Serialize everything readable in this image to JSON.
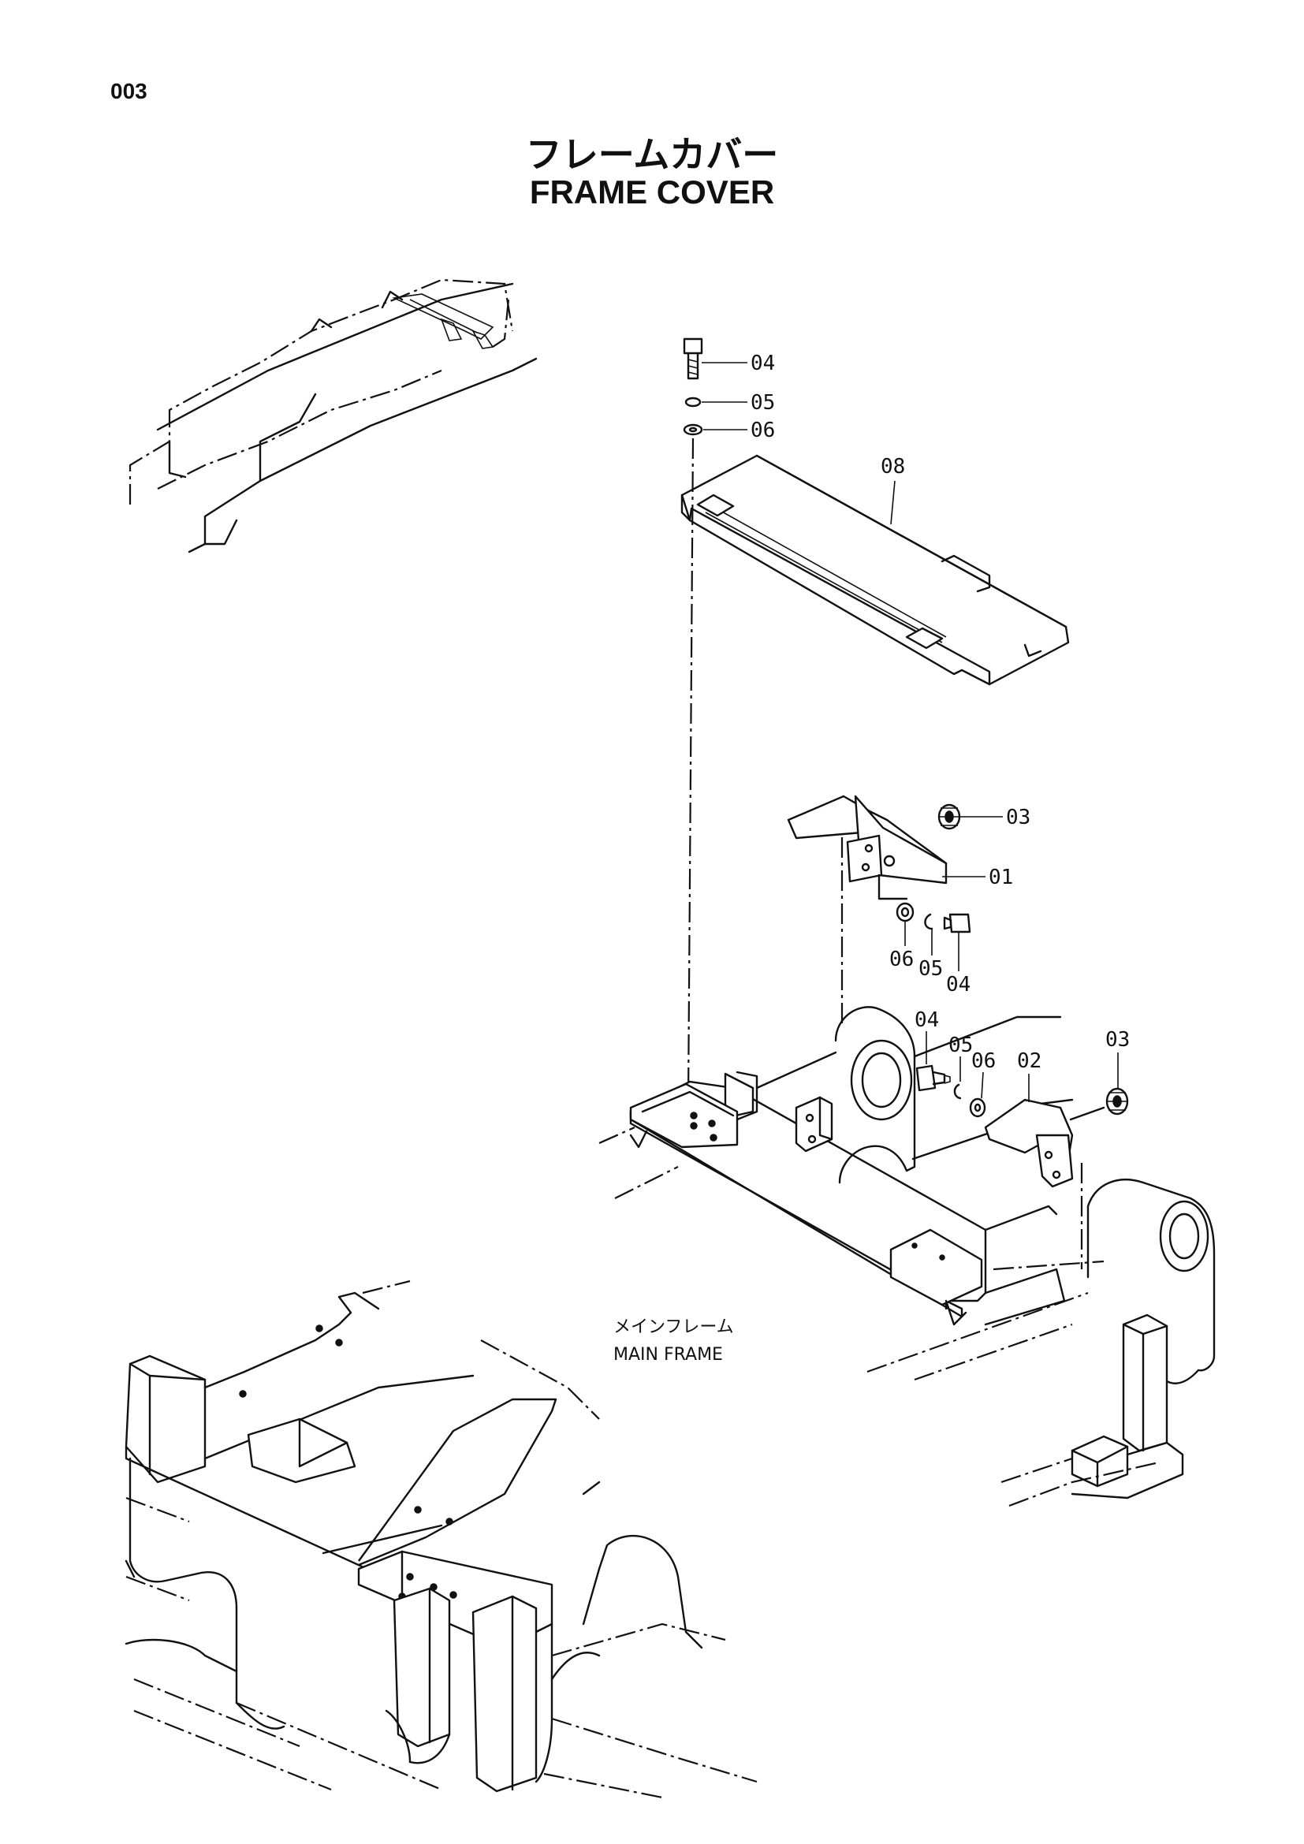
{
  "page": {
    "number": "003"
  },
  "title": {
    "japanese": "フレームカバー",
    "english": "FRAME COVER"
  },
  "callouts": [
    {
      "id": "c04a",
      "text": "04"
    },
    {
      "id": "c05a",
      "text": "05"
    },
    {
      "id": "c06a",
      "text": "06"
    },
    {
      "id": "c08",
      "text": "08"
    },
    {
      "id": "c03a",
      "text": "03"
    },
    {
      "id": "c01",
      "text": "01"
    },
    {
      "id": "c06b",
      "text": "06"
    },
    {
      "id": "c05b",
      "text": "05"
    },
    {
      "id": "c04b",
      "text": "04"
    },
    {
      "id": "c04c",
      "text": "04"
    },
    {
      "id": "c05c",
      "text": "05"
    },
    {
      "id": "c06c",
      "text": "06"
    },
    {
      "id": "c02",
      "text": "02"
    },
    {
      "id": "c03b",
      "text": "03"
    }
  ],
  "captions": {
    "main_frame_jp": "メインフレーム",
    "main_frame_en": "MAIN FRAME"
  }
}
